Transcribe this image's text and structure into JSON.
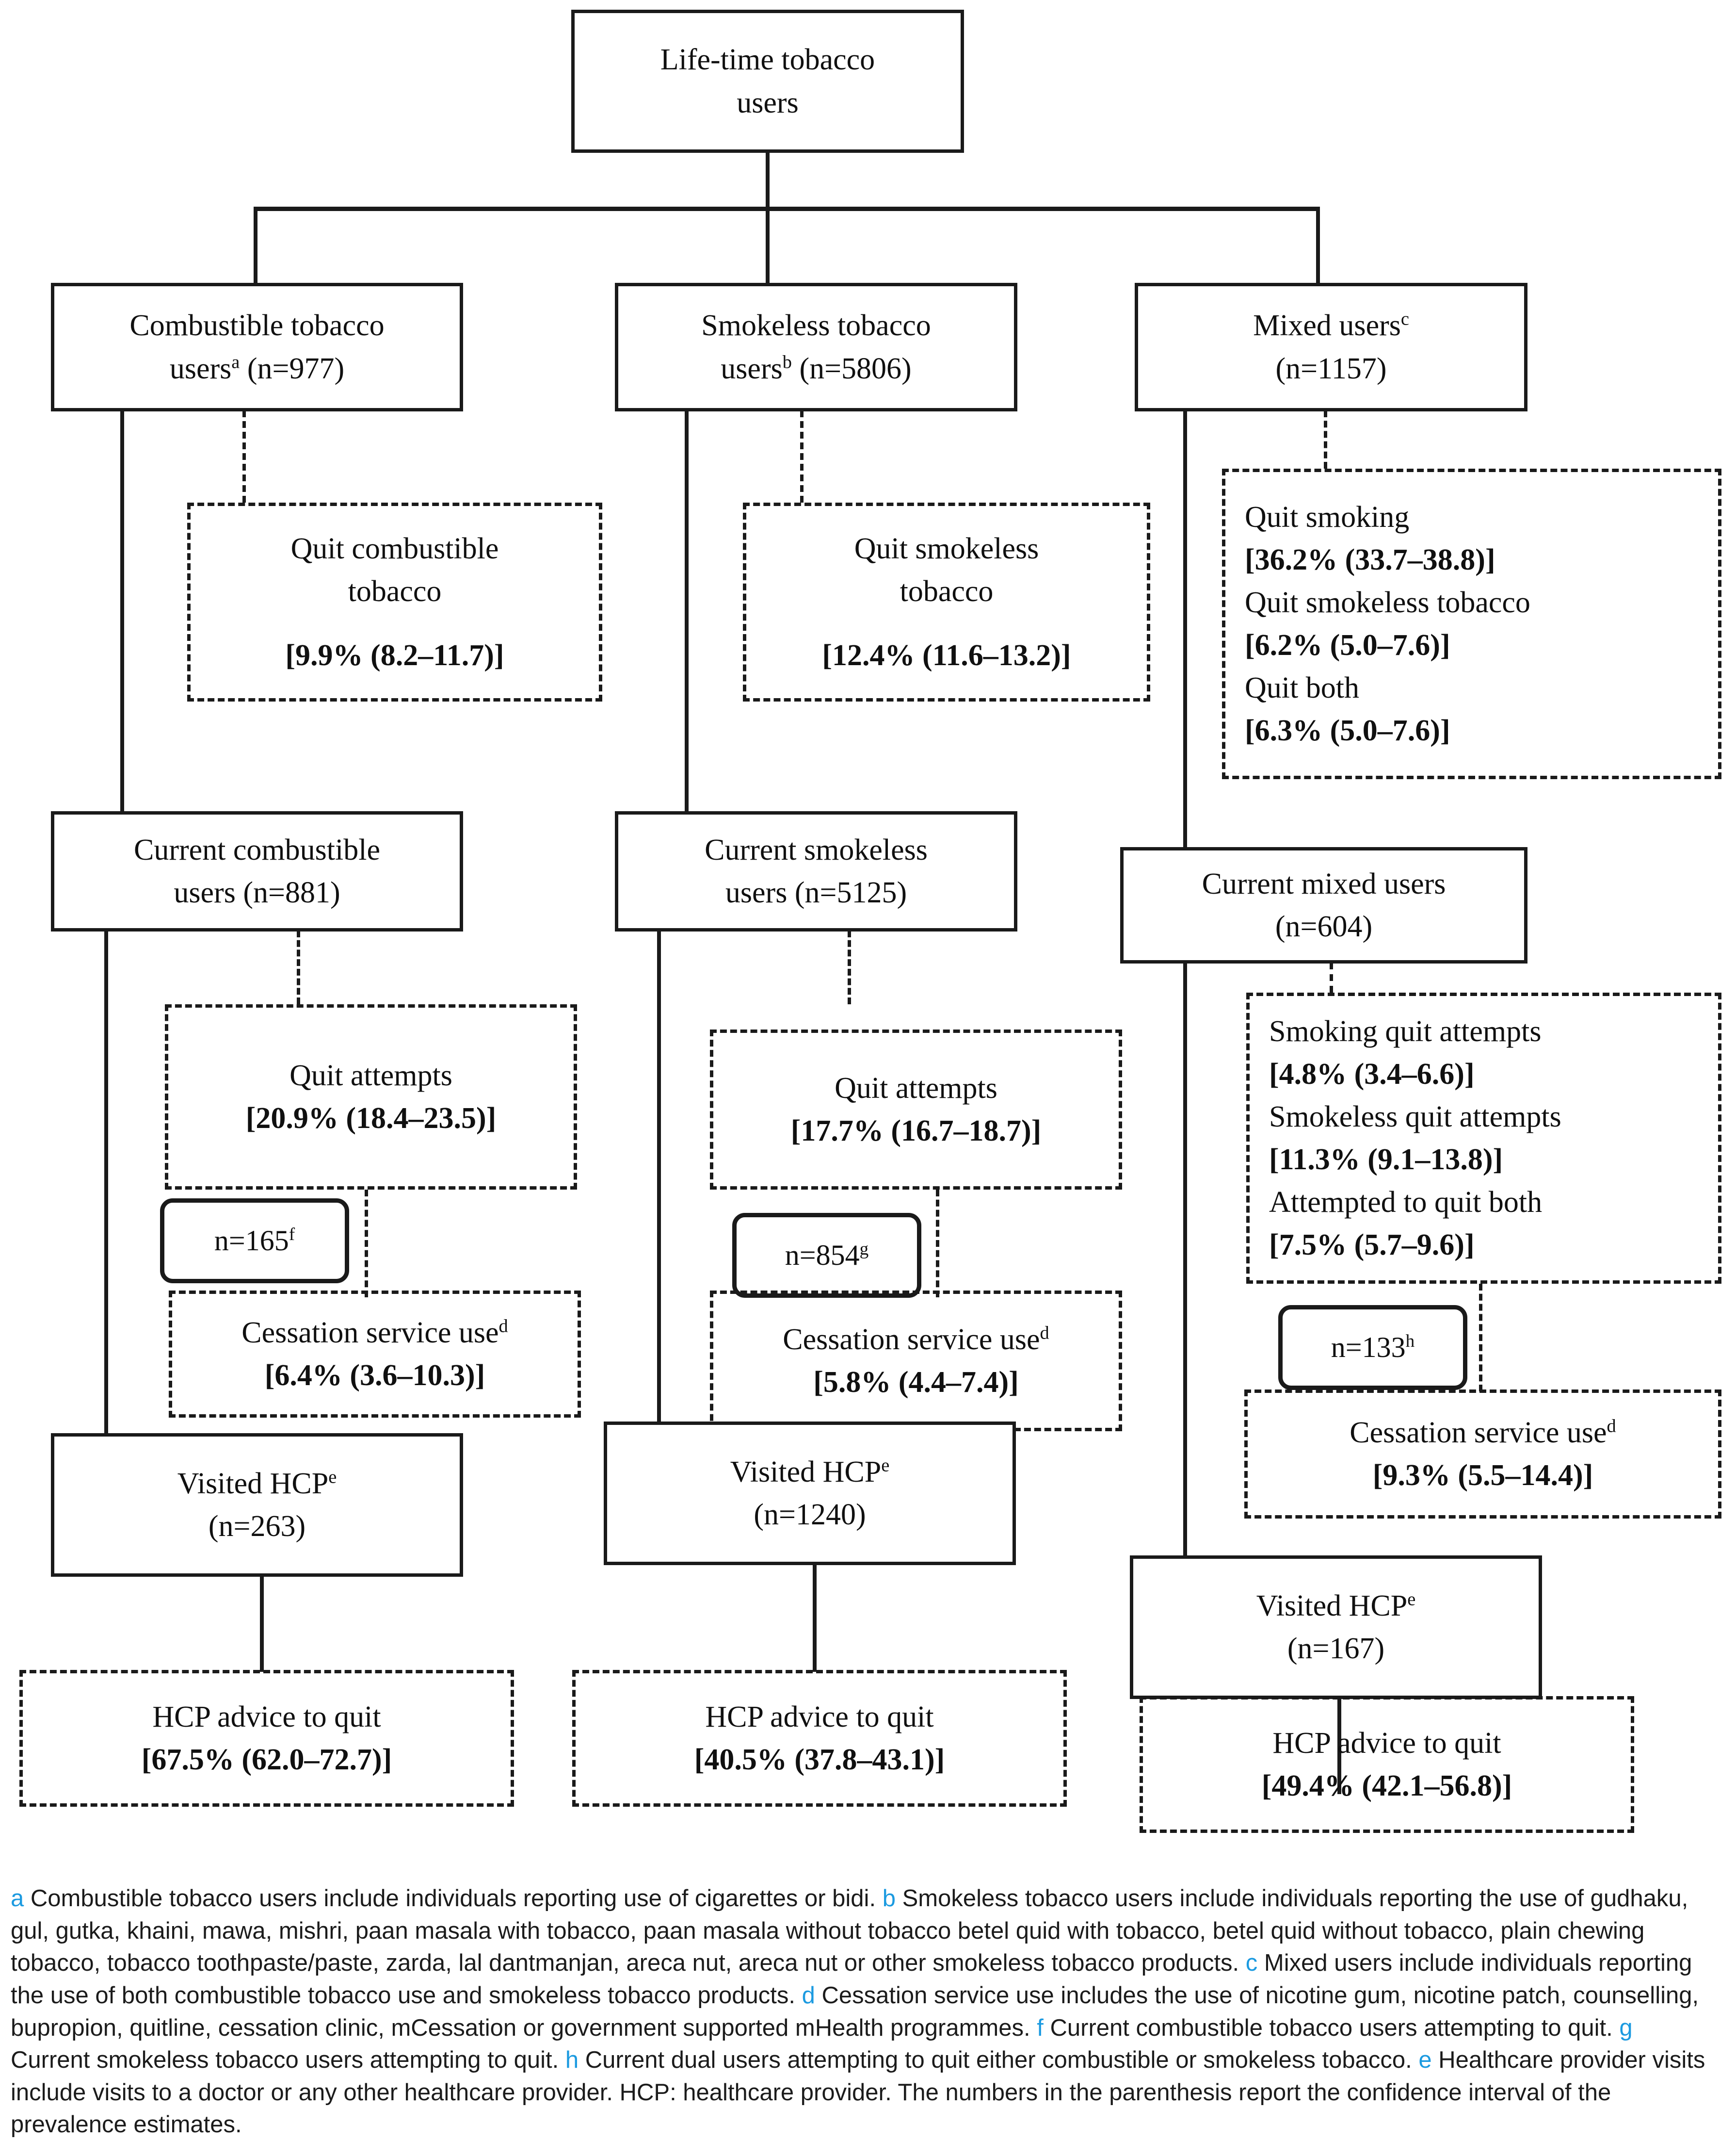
{
  "diagram": {
    "type": "flowchart",
    "title": "Life-time tobacco users cessation cascade",
    "nodes": {
      "root": {
        "line1": "Life-time tobacco",
        "line2": "users"
      },
      "combustible": {
        "line1": "Combustible tobacco",
        "line2": "users",
        "sup": "a",
        "line2b": " (n=977)",
        "n": "977"
      },
      "smokeless": {
        "line1": "Smokeless tobacco",
        "line2": "users",
        "sup": "b",
        "line2b": " (n=5806)",
        "n": "5806"
      },
      "mixed": {
        "line1": "Mixed users",
        "sup": "c",
        "line2": "(n=1157)",
        "n": "1157"
      },
      "quit_combustible": {
        "line1": "Quit combustible",
        "line2": "tobacco",
        "value": "[9.9% (8.2–11.7)]",
        "estimate": 9.9,
        "ci": [
          8.2,
          11.7
        ]
      },
      "quit_smokeless": {
        "line1": "Quit smokeless",
        "line2": "tobacco",
        "value": "[12.4% (11.6–13.2)]",
        "estimate": 12.4,
        "ci": [
          11.6,
          13.2
        ]
      },
      "mixed_quit": {
        "rows": [
          {
            "label": "Quit smoking",
            "value": "[36.2% (33.7–38.8)]",
            "estimate": 36.2,
            "ci": [
              33.7,
              38.8
            ]
          },
          {
            "label": "Quit smokeless tobacco",
            "value": "[6.2% (5.0–7.6)]",
            "estimate": 6.2,
            "ci": [
              5.0,
              7.6
            ]
          },
          {
            "label": "Quit both",
            "value": "[6.3% (5.0–7.6)]",
            "estimate": 6.3,
            "ci": [
              5.0,
              7.6
            ]
          }
        ]
      },
      "current_combustible": {
        "line1": "Current combustible",
        "line2": "users (n=881)",
        "n": "881"
      },
      "current_smokeless": {
        "line1": "Current smokeless",
        "line2": "users (n=5125)",
        "n": "5125"
      },
      "current_mixed": {
        "line1": "Current mixed users",
        "line2": "(n=604)",
        "n": "604"
      },
      "quit_attempts_comb": {
        "line1": "Quit attempts",
        "value": "[20.9% (18.4–23.5)]",
        "estimate": 20.9,
        "ci": [
          18.4,
          23.5
        ]
      },
      "quit_attempts_smkl": {
        "line1": "Quit attempts",
        "value": "[17.7% (16.7–18.7)]",
        "estimate": 17.7,
        "ci": [
          16.7,
          18.7
        ]
      },
      "mixed_attempts": {
        "rows": [
          {
            "label": "Smoking quit attempts",
            "value": "[4.8% (3.4–6.6)]",
            "estimate": 4.8,
            "ci": [
              3.4,
              6.6
            ]
          },
          {
            "label": "Smokeless quit attempts",
            "value": "[11.3% (9.1–13.8)]",
            "estimate": 11.3,
            "ci": [
              9.1,
              13.8
            ]
          },
          {
            "label": "Attempted to quit both",
            "value": "[7.5% (5.7–9.6)]",
            "estimate": 7.5,
            "ci": [
              5.7,
              9.6
            ]
          }
        ]
      },
      "n_comb": {
        "text": "n=165",
        "sup": "f",
        "n": "165"
      },
      "n_smkl": {
        "text": "n=854",
        "sup": "g",
        "n": "854"
      },
      "n_mixed": {
        "text": "n=133",
        "sup": "h",
        "n": "133"
      },
      "cessation_comb": {
        "line1": "Cessation service use",
        "sup": "d",
        "value": "[6.4% (3.6–10.3)]",
        "estimate": 6.4,
        "ci": [
          3.6,
          10.3
        ]
      },
      "cessation_smkl": {
        "line1": "Cessation service use",
        "sup": "d",
        "value": "[5.8% (4.4–7.4)]",
        "estimate": 5.8,
        "ci": [
          4.4,
          7.4
        ]
      },
      "cessation_mixed": {
        "line1": "Cessation service use",
        "sup": "d",
        "value": "[9.3% (5.5–14.4)]",
        "estimate": 9.3,
        "ci": [
          5.5,
          14.4
        ]
      },
      "hcp_comb": {
        "line1": "Visited HCP",
        "sup": "e",
        "line2": "(n=263)",
        "n": "263"
      },
      "hcp_smkl": {
        "line1": "Visited HCP",
        "sup": "e",
        "line2": "(n=1240)",
        "n": "1240"
      },
      "hcp_mixed": {
        "line1": "Visited HCP",
        "sup": "e",
        "line2": "(n=167)",
        "n": "167"
      },
      "advice_comb": {
        "line1": "HCP advice to quit",
        "value": "[67.5% (62.0–72.7)]",
        "estimate": 67.5,
        "ci": [
          62.0,
          72.7
        ]
      },
      "advice_smkl": {
        "line1": "HCP advice to quit",
        "value": "[40.5% (37.8–43.1)]",
        "estimate": 40.5,
        "ci": [
          37.8,
          43.1
        ]
      },
      "advice_mixed": {
        "line1": "HCP advice to quit",
        "value": "[49.4% (42.1–56.8)]",
        "estimate": 49.4,
        "ci": [
          42.1,
          56.8
        ]
      }
    }
  },
  "footnotes": {
    "marker_color": "#1b9ae0",
    "items": [
      {
        "mark": "a",
        "text": "Combustible tobacco users include individuals reporting use of cigarettes or bidi."
      },
      {
        "mark": "b",
        "text": "Smokeless tobacco users include individuals reporting the use of gudhaku, gul, gutka, khaini, mawa, mishri, paan masala with tobacco, paan masala without tobacco betel quid with tobacco, betel quid without tobacco, plain chewing tobacco, tobacco toothpaste/paste, zarda, lal dantmanjan, areca nut, areca nut or other smokeless tobacco products."
      },
      {
        "mark": "c",
        "text": "Mixed users include individuals reporting the use of both combustible tobacco use and smokeless tobacco products."
      },
      {
        "mark": "d",
        "text": "Cessation service use includes the use of nicotine gum, nicotine patch, counselling, bupropion, quitline, cessation clinic, mCessation or government supported mHealth programmes."
      },
      {
        "mark": "f",
        "text": "Current combustible tobacco users attempting to quit."
      },
      {
        "mark": "g",
        "text": "Current smokeless tobacco users attempting to quit."
      },
      {
        "mark": "h",
        "text": "Current dual users attempting to quit either combustible or smokeless tobacco."
      },
      {
        "mark": "e",
        "text": "Healthcare provider visits include visits to a doctor or any other healthcare provider. HCP: healthcare provider. The numbers in the parenthesis report the confidence interval of the prevalence estimates."
      }
    ]
  }
}
